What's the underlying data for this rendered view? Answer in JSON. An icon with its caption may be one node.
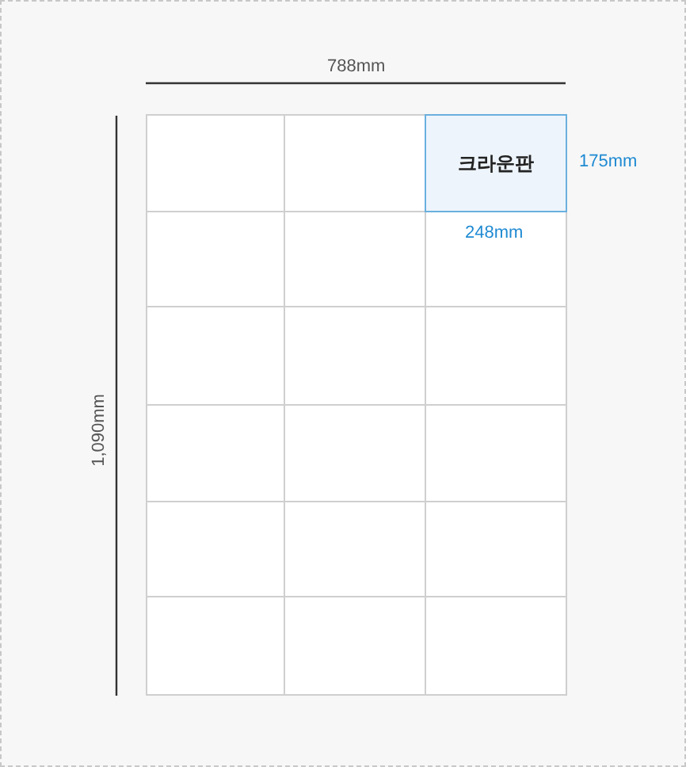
{
  "diagram": {
    "nodes": [
      {
        "text": [],
        "shape": "box"
      },
      {
        "text": [],
        "shape": "box"
      },
      {
        "text": [
          "크라운판"
        ]
      },
      {
        "text": [],
        "shape": "box"
      },
      {
        "text": [],
        "shape": "box"
      },
      {
        "text": [],
        "shape": "box"
      },
      {
        "text": [],
        "shape": "box"
      },
      {
        "text": [],
        "shape": "box"
      },
      {
        "text": [],
        "shape": "box"
      },
      {
        "text": [],
        "shape": "box"
      },
      {
        "text": [],
        "shape": "box"
      },
      {
        "text": [],
        "shape": "box"
      },
      {
        "text": [],
        "shape": "box"
      },
      {
        "text": [],
        "shape": "box"
      },
      {
        "text": [],
        "shape": "box"
      },
      {
        "text": [],
        "shape": "box"
      },
      {
        "text": [],
        "shape": "box"
      },
      {
        "text": [],
        "shape": "box"
      }
    ],
    "edges": [],
    "labels": [
      "788mm",
      "175mm",
      "248mm",
      "1,090mm"
    ]
  }
}
